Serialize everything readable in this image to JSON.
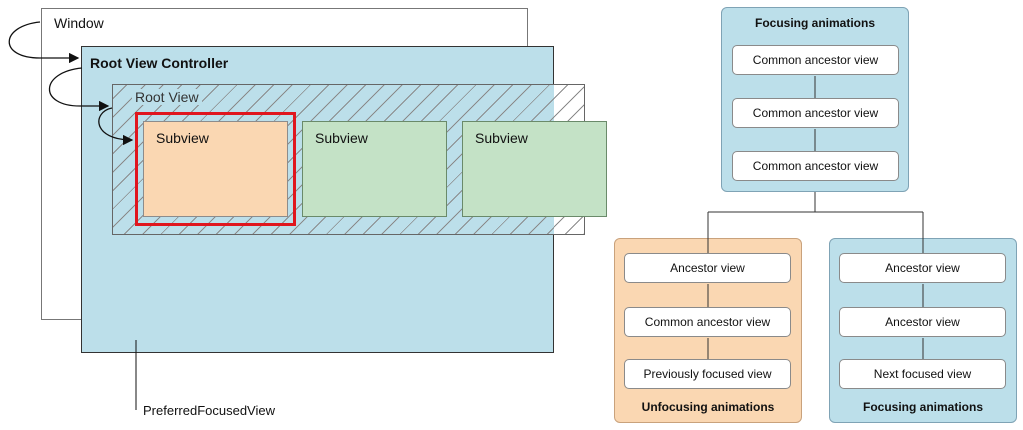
{
  "hierarchy": {
    "window_label": "Window",
    "root_view_controller_label": "Root View Controller",
    "root_view_label": "Root View",
    "subviews": [
      "Subview",
      "Subview",
      "Subview"
    ],
    "preferred_focused_view_label": "PreferredFocusedView"
  },
  "animations": {
    "top_panel": {
      "title": "Focusing animations",
      "nodes": [
        "Common ancestor view",
        "Common ancestor view",
        "Common ancestor view"
      ]
    },
    "left_panel": {
      "title": "Unfocusing animations",
      "nodes": [
        "Ancestor view",
        "Common ancestor view",
        "Previously focused view"
      ]
    },
    "right_panel": {
      "title": "Focusing animations",
      "nodes": [
        "Ancestor view",
        "Ancestor view",
        "Next focused view"
      ]
    }
  },
  "colors": {
    "root_view_controller_fill": "#bcdfea",
    "focused_subview_fill": "#fad7b2",
    "subview_fill": "#c4e2c6",
    "focus_outline": "#e0161e"
  }
}
